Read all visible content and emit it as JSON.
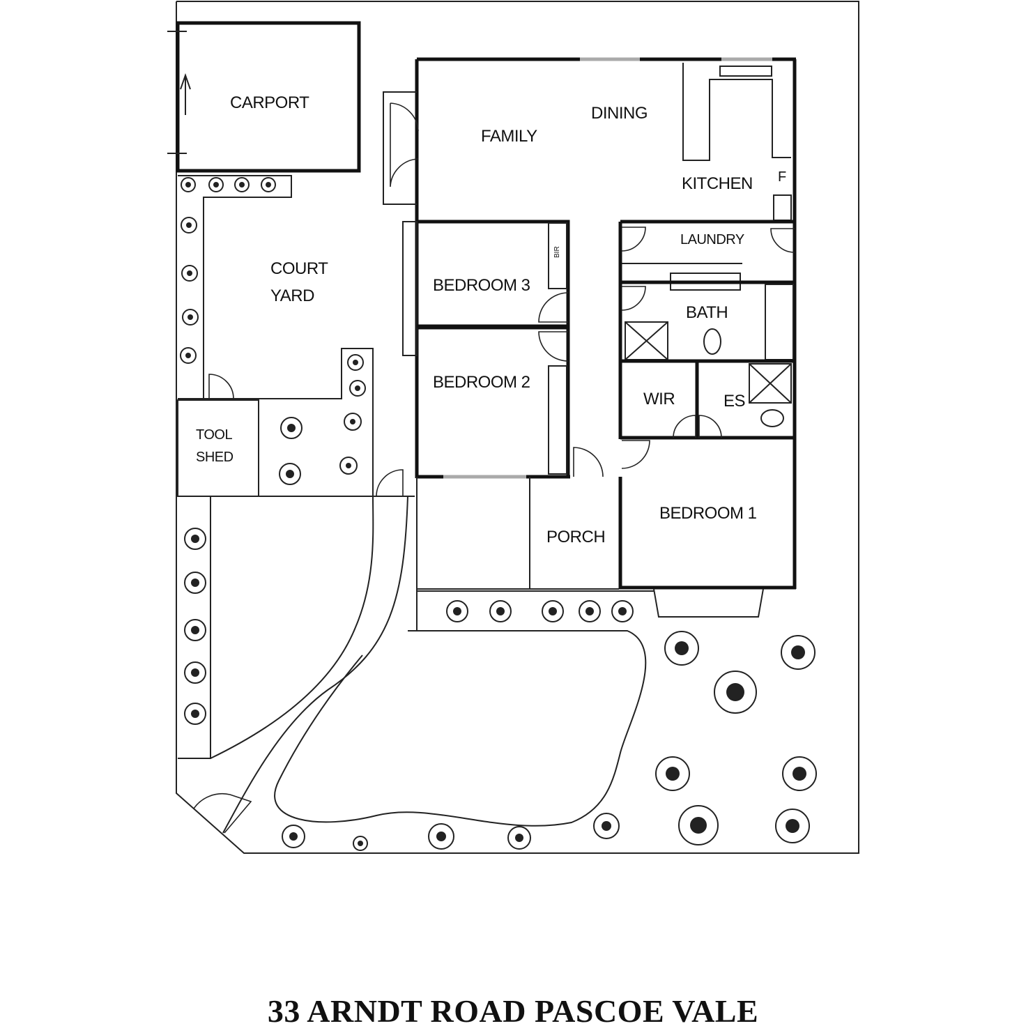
{
  "title": "33  ARNDT  ROAD   PASCOE VALE",
  "rooms": {
    "carport": "CARPORT",
    "family": "FAMILY",
    "dining": "DINING",
    "kitchen": "KITCHEN",
    "fridge": "F",
    "court_line1": "COURT",
    "court_line2": "YARD",
    "laundry": "LAUNDRY",
    "bedroom3": "BEDROOM 3",
    "bedroom2": "BEDROOM 2",
    "bath": "BATH",
    "wir": "WIR",
    "ensuite": "ES",
    "tool_line1": "TOOL",
    "tool_line2": "SHED",
    "porch": "PORCH",
    "bedroom1": "BEDROOM 1",
    "robe": "BIR"
  },
  "colors": {
    "line": "#111111",
    "background": "#ffffff",
    "window": "#aaaaaa"
  }
}
